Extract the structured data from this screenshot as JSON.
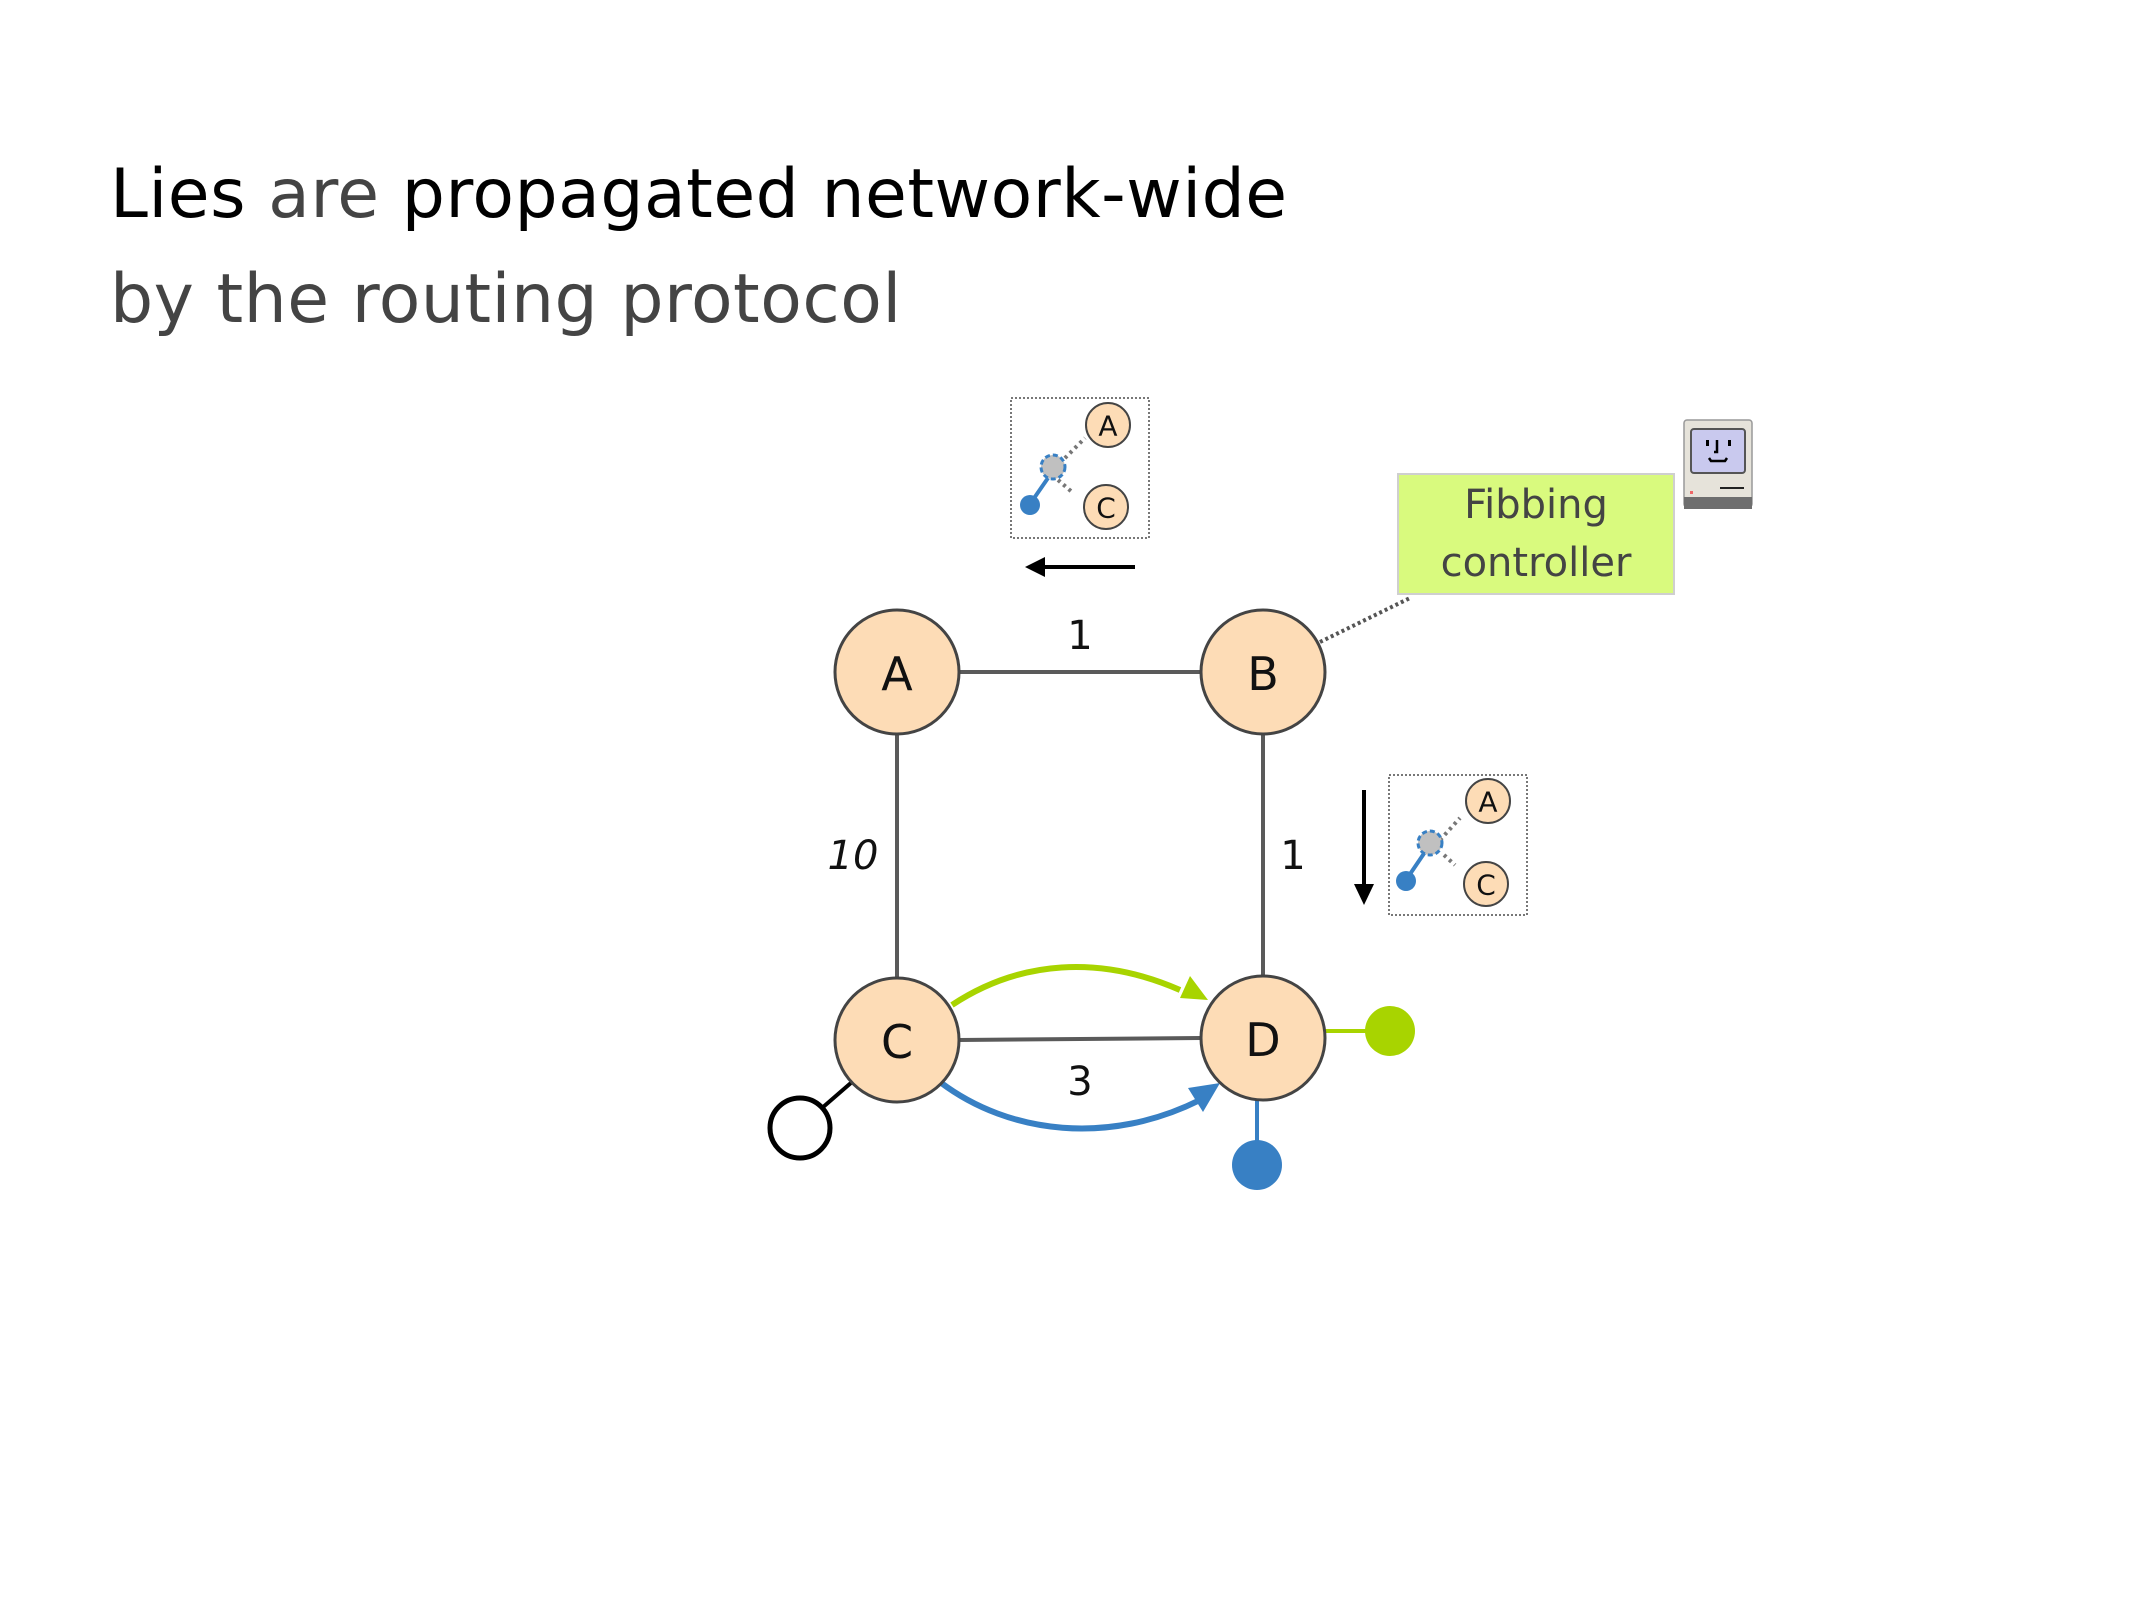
{
  "title": {
    "line1_part1": "Lies",
    "line1_part2": "are",
    "line1_part3": "propagated network-wide",
    "line2": "by the routing protocol"
  },
  "controller": {
    "line1": "Fibbing",
    "line2": "controller",
    "icon": "classic-mac-computer-icon"
  },
  "nodes": [
    {
      "id": "A",
      "label": "A"
    },
    {
      "id": "B",
      "label": "B"
    },
    {
      "id": "C",
      "label": "C"
    },
    {
      "id": "D",
      "label": "D"
    }
  ],
  "links": [
    {
      "from": "A",
      "to": "B",
      "weight": "1"
    },
    {
      "from": "A",
      "to": "C",
      "weight": "10"
    },
    {
      "from": "B",
      "to": "D",
      "weight": "1"
    },
    {
      "from": "C",
      "to": "D",
      "weight": "3"
    }
  ],
  "lie_messages": [
    {
      "direction": "left",
      "labels": [
        "A",
        "C"
      ]
    },
    {
      "direction": "down",
      "labels": [
        "A",
        "C"
      ]
    }
  ],
  "colors": {
    "node_fill": "#fddcb6",
    "node_stroke": "#444444",
    "link": "#5a5a5a",
    "green": "#a8d400",
    "blue": "#3880c4",
    "fake_node": "#c0c0c0",
    "controller_bg": "#d9fa7e"
  }
}
